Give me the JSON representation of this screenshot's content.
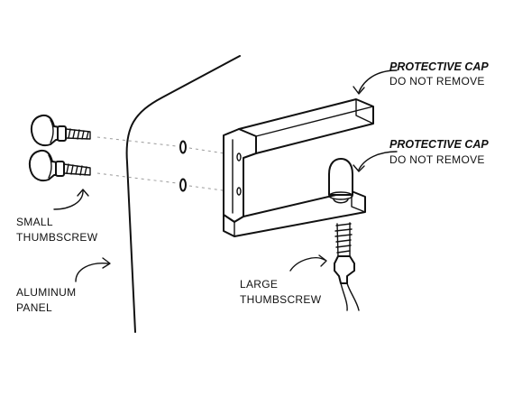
{
  "labels": {
    "cap_top_bold": "PROTECTIVE CAP",
    "cap_top_note": "DO NOT REMOVE",
    "cap_mid_bold": "PROTECTIVE CAP",
    "cap_mid_note": "DO NOT REMOVE",
    "small_1": "SMALL",
    "small_2": "THUMBSCREW",
    "panel_1": "ALUMINUM",
    "panel_2": "PANEL",
    "large_1": "LARGE",
    "large_2": "THUMBSCREW"
  },
  "colors": {
    "ink": "#111111",
    "guide": "#9a9a9a",
    "background": "#ffffff"
  }
}
